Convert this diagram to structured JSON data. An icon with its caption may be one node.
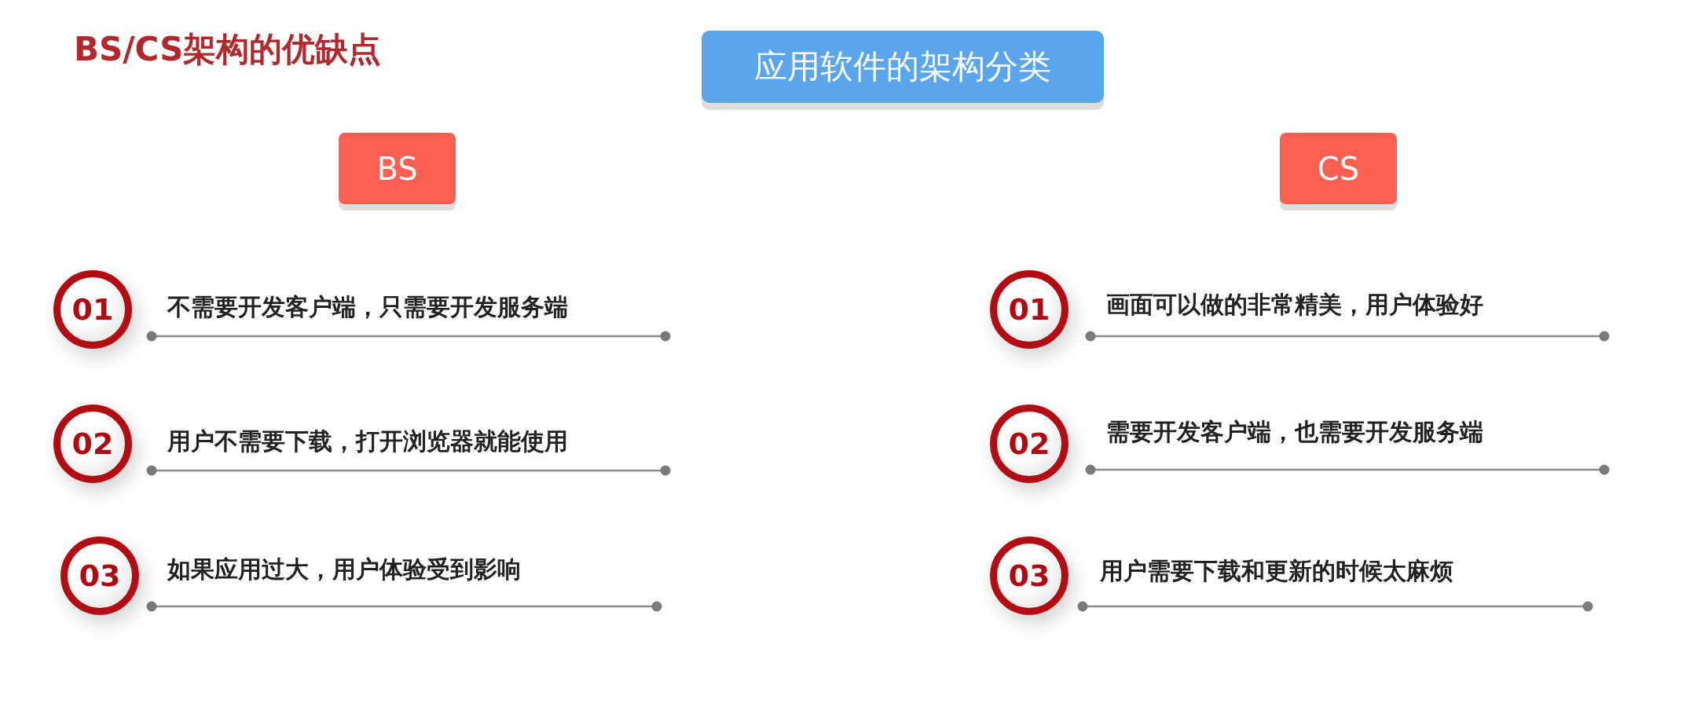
{
  "diagram": {
    "title": "BS/CS架构的优缺点",
    "nodes": [
      {
        "text": [
          "应用软件的架构分类"
        ]
      },
      {
        "text": [
          "BS"
        ]
      },
      {
        "text": [
          "CS"
        ]
      },
      {
        "text": [
          "01"
        ],
        "beside": [
          "不需要开发客户端，只需要开发服务端"
        ]
      },
      {
        "text": [
          "02"
        ],
        "beside": [
          "用户不需要下载，打开浏览器就能使用"
        ]
      },
      {
        "text": [
          "03"
        ],
        "beside": [
          "如果应用过大，用户体验受到影响"
        ]
      },
      {
        "text": [
          "01"
        ],
        "beside": [
          "画面可以做的非常精美，用户体验好"
        ]
      },
      {
        "text": [
          "02"
        ],
        "beside": [
          "需要开发客户端，也需要开发服务端"
        ]
      },
      {
        "text": [
          "03"
        ],
        "beside": [
          "用户需要下载和更新的时候太麻烦"
        ]
      }
    ]
  }
}
